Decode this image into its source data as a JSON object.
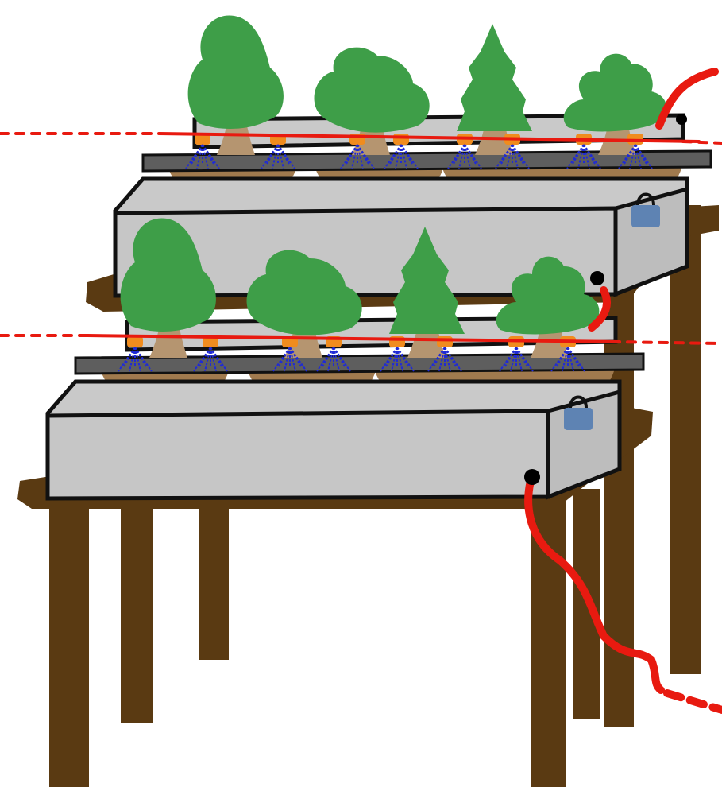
{
  "colors": {
    "background": "#ffffff",
    "wood": "#5a3a12",
    "trough": "#c9c9c9",
    "outline": "#111111",
    "shelf_strip": "#5e5e5e",
    "soil": "#a07a4e",
    "soil_dark": "#7d5a36",
    "clay_balls": "#8c2a22",
    "foliage": "#3e9e48",
    "trunk": "#b59570",
    "emitter": "#f08c1e",
    "roots": "#1f2ad6",
    "drip_line": "#e81a10",
    "padlock": "#5e83b3",
    "grommet": "#000000"
  },
  "icons": {
    "tree": "bonsai-tree-icon",
    "lock": "padlock-icon",
    "emitter": "drip-emitter-icon"
  },
  "tiers": [
    {
      "id": "upper",
      "trees": [
        {
          "shape": "broad"
        },
        {
          "shape": "round"
        },
        {
          "shape": "conifer"
        },
        {
          "shape": "maple"
        }
      ]
    },
    {
      "id": "lower",
      "trees": [
        {
          "shape": "broad"
        },
        {
          "shape": "round"
        },
        {
          "shape": "conifer"
        },
        {
          "shape": "maple"
        }
      ]
    }
  ]
}
